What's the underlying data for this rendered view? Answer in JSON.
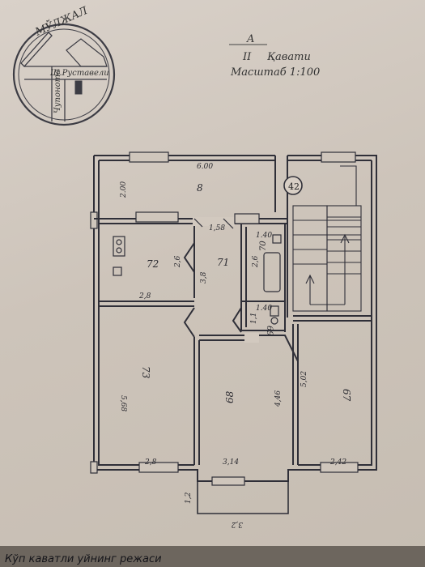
{
  "header": {
    "block": "A",
    "floor_roman": "II",
    "floor_word": "Қавати",
    "scale": "Масштаб 1:100"
  },
  "stamp": {
    "title": "МЎЛЖАЛ",
    "street_1": "Ш.Руставели",
    "street_2": "Чупонота"
  },
  "stair_badge": "42",
  "rooms": [
    {
      "id": "8",
      "label": "8"
    },
    {
      "id": "72",
      "label": "72"
    },
    {
      "id": "71",
      "label": "71"
    },
    {
      "id": "70",
      "label": "70"
    },
    {
      "id": "69",
      "label": "69"
    },
    {
      "id": "73",
      "label": "73"
    },
    {
      "id": "68",
      "label": "68"
    },
    {
      "id": "67",
      "label": "67"
    }
  ],
  "dimensions": {
    "d_600": "6.00",
    "d_200": "2.00",
    "d_158": "1,58",
    "d_140a": "1.40",
    "d_140b": "1.40",
    "d_26a": "2,6",
    "d_26b": "2,6",
    "d_28a": "2,8",
    "d_38": "3,8",
    "d_11": "1,1",
    "d_568": "5,68",
    "d_28b": "2,8",
    "d_314": "3,14",
    "d_446": "4,46",
    "d_502": "5,02",
    "d_242": "2,42",
    "d_12": "1,2",
    "d_32": "3,2"
  },
  "caption": "Кўп каватли уйнинг режаси"
}
